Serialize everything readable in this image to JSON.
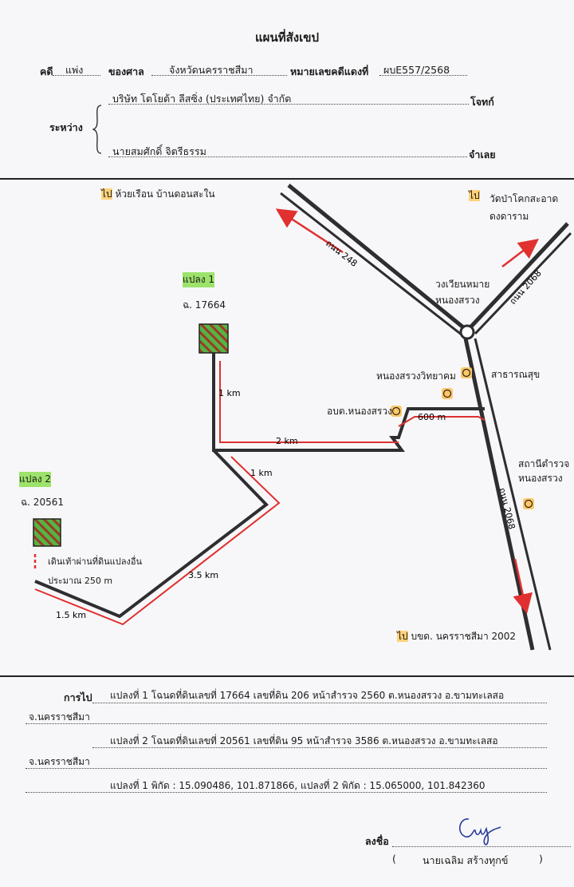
{
  "header": {
    "title": "แผนที่สังเขป",
    "case_label": "คดี",
    "case_type": "แพ่ง",
    "court_label": "ของศาล",
    "court_name": "จังหวัดนครราชสีมา",
    "case_no_label": "หมายเลขคดีแดงที่",
    "case_no": "ผบE557/2568",
    "between_label": "ระหว่าง",
    "plaintiff_name": "บริษัท โตโยต้า ลีสซิ่ง (ประเทศไทย) จำกัด",
    "plaintiff_label": "โจทก์",
    "defendant_name": "นายสมศักดิ์ จิตรีธรรม",
    "defendant_label": "จำเลย"
  },
  "map": {
    "top_left_go": "ไป",
    "top_left_dest": "ห้วยเรือน บ้านดอนสะใน",
    "top_right_go": "ไป",
    "top_right_dest": "วัดป่าโคกสะอาด ดงดาราม",
    "road_248": "ถนน 248",
    "road_2068_upper": "ถนน 2068",
    "road_2068_lower": "ถนน 2068",
    "roundabout_label": "วงเวียนหมาย หนองสรวง",
    "bottom_go": "ไป",
    "bottom_dest": "บขด. นครราชสีมา 2002",
    "plot1_label": "แปลง 1",
    "plot1_deed": "ฉ. 17664",
    "plot2_label": "แปลง 2",
    "plot2_deed": "ฉ. 20561",
    "landmark_school": "หนองสรวงวิทยาคม",
    "landmark_abt": "อบต.หนองสรวง",
    "landmark_health": "สาธารณสุข",
    "landmark_police": "สถานีตำรวจ หนองสรวง",
    "dist_1km_a": "1 km",
    "dist_2km": "2 km",
    "dist_600m": "600 m",
    "dist_1km_b": "1 km",
    "dist_3_5km": "3.5 km",
    "dist_1_5km": "1.5 km",
    "walk_note_1": "เดินเท้าผ่านที่ดินแปลงอื่น",
    "walk_note_2": "ประมาณ 250 m",
    "colors": {
      "road": "#2e2e30",
      "arrow_red": "#e03030",
      "highlight_yellow": "#ffc766",
      "highlight_green": "#8de25b",
      "plot_green": "#4ea83a",
      "plot_hatch": "#9a3b2a"
    }
  },
  "footer": {
    "directions_label": "การไป",
    "line1": "แปลงที่ 1 โฉนดที่ดินเลขที่ 17664 เลขที่ดิน 206 หน้าสำรวจ 2560 ต.หนองสรวง อ.ขามทะเลสอ",
    "line1_cont": "จ.นครราชสีมา",
    "line2": "แปลงที่ 2 โฉนดที่ดินเลขที่ 20561 เลขที่ดิน 95 หน้าสำรวจ 3586 ต.หนองสรวง อ.ขามทะเลสอ",
    "line2_cont": "จ.นครราชสีมา",
    "line3": "แปลงที่ 1 พิกัด : 15.090486, 101.871866, แปลงที่ 2 พิกัด : 15.065000, 101.842360",
    "sign_label": "ลงชื่อ",
    "signer_open": "(",
    "signer_name": "นายเฉลิม สร้างทุกข์",
    "signer_close": ")"
  }
}
